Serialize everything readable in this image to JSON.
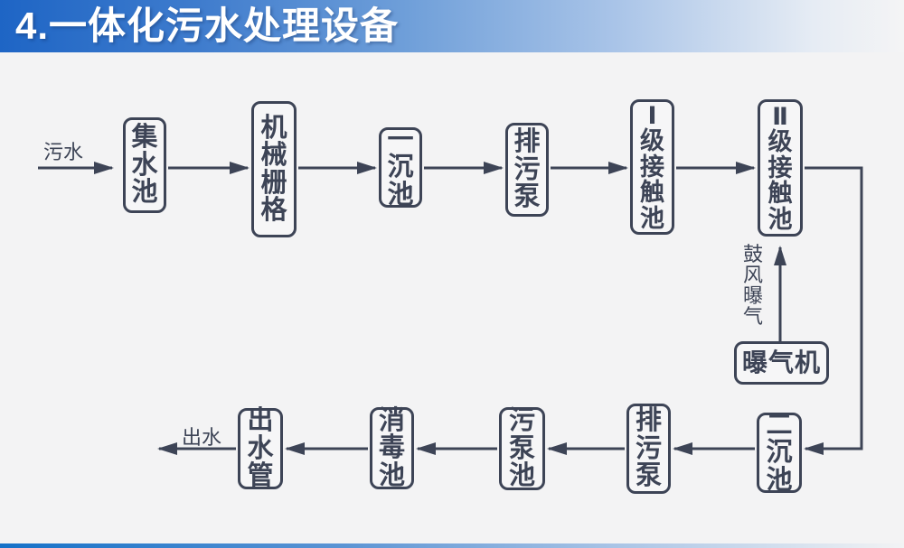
{
  "slide": {
    "title": "4.一体化污水处理设备"
  },
  "colors": {
    "accent_blue": "#1e65c5",
    "ink": "#3d4456",
    "background": "#f3f3f4"
  },
  "diagram": {
    "inflow_label": "污水",
    "outflow_label": "出水",
    "aeration_label": "鼓风曝气",
    "nodes": {
      "collect_tank": "集水池",
      "mechanical_screen": "机械栅格",
      "primary_sedimentation": "一沉池",
      "sewage_pump_top": "排污泵",
      "stage1_contact": "Ⅰ级接触池",
      "stage2_contact": "Ⅱ级接触池",
      "aerator": "曝气机",
      "secondary_sedimentation": "二沉池",
      "sewage_pump_bottom": "排污泵",
      "sludge_pump_tank": "污泵池",
      "disinfection_tank": "消毒池",
      "outlet_pipe": "出水管"
    },
    "flow_sequence": [
      "污水",
      "集水池",
      "机械栅格",
      "一沉池",
      "排污泵",
      "Ⅰ级接触池",
      "Ⅱ级接触池",
      "二沉池",
      "排污泵",
      "污泵池",
      "消毒池",
      "出水管",
      "出水"
    ],
    "aeration_path": [
      "曝气机",
      "鼓风曝气",
      "Ⅱ级接触池"
    ]
  }
}
